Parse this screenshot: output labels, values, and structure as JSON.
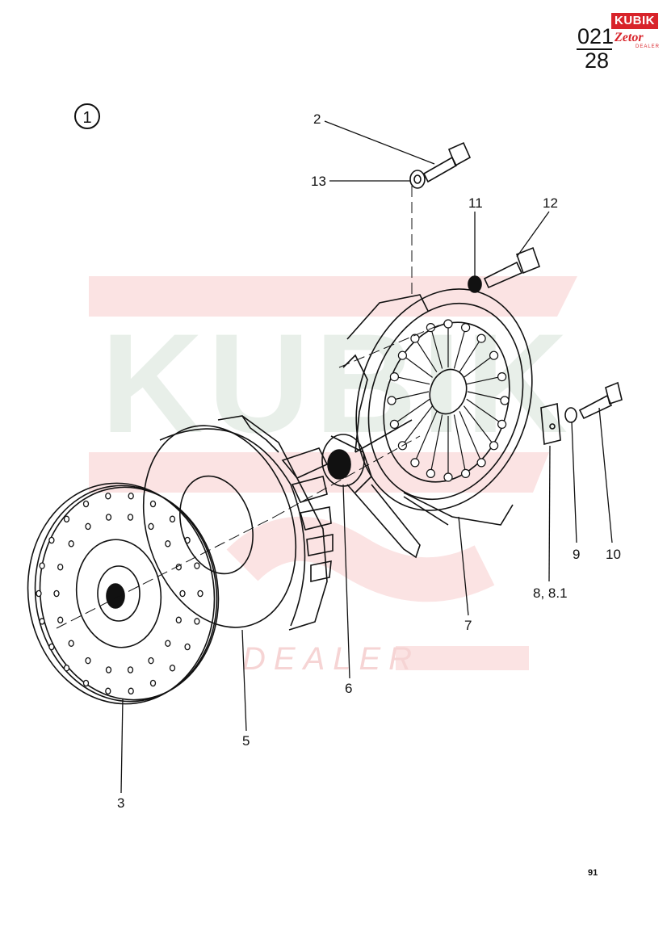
{
  "header": {
    "code_top": "021",
    "code_bottom": "28"
  },
  "logo": {
    "brand": "KUBIK",
    "sub_brand": "Zetor",
    "tagline": "DEALER"
  },
  "figure_number": "1",
  "parts": [
    {
      "label": "2"
    },
    {
      "label": "13"
    },
    {
      "label": "11"
    },
    {
      "label": "12"
    },
    {
      "label": "10"
    },
    {
      "label": "9"
    },
    {
      "label": "8, 8.1"
    },
    {
      "label": "7"
    },
    {
      "label": "6"
    },
    {
      "label": "5"
    },
    {
      "label": "3"
    }
  ],
  "watermark": {
    "text": "KUBIK",
    "dealer_text": "DEALER"
  },
  "page_number": "91",
  "colors": {
    "brand_red": "#d8232a",
    "watermark_red": "#f8dada",
    "watermark_green": "#e6eee8",
    "ink": "#111111"
  }
}
